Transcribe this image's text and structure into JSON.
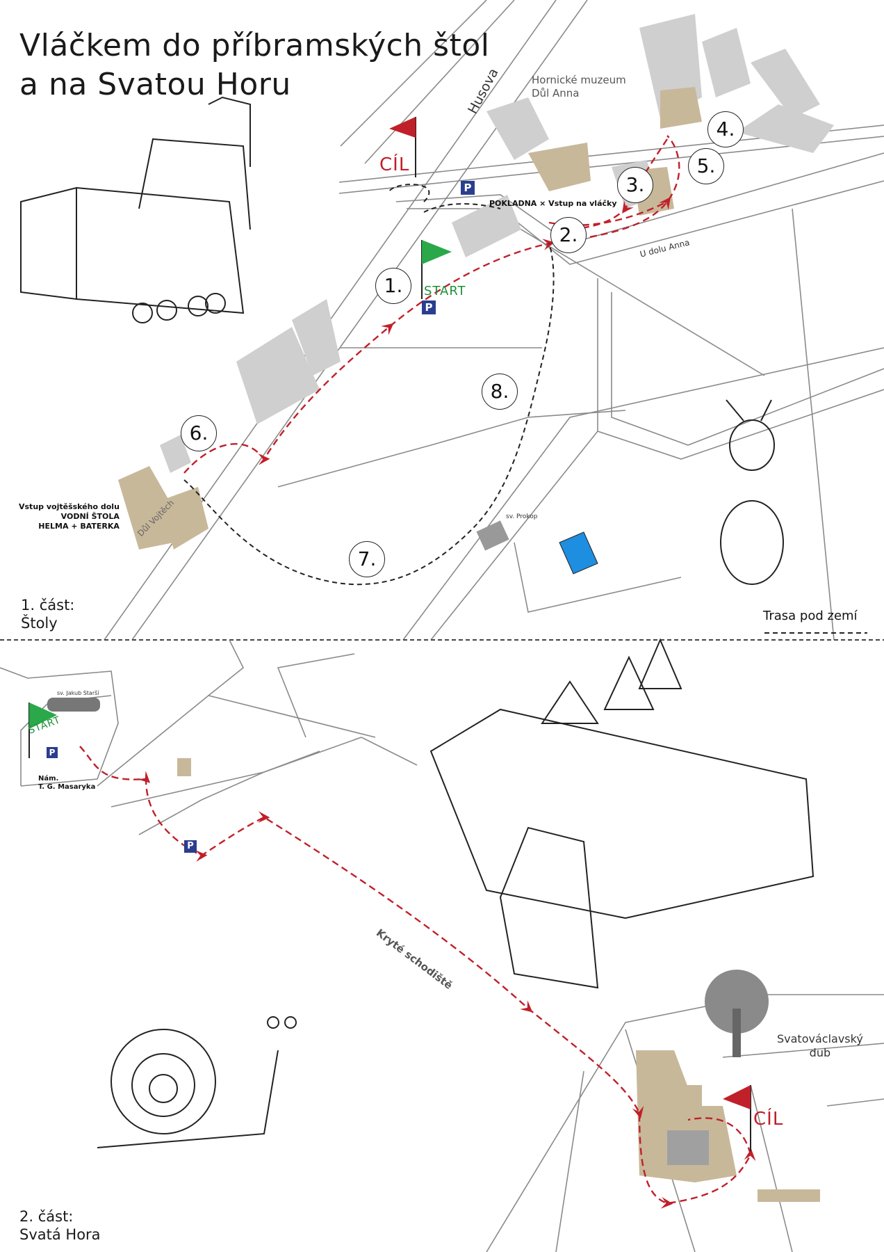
{
  "title_line1": "Vláčkem do příbramských štol",
  "title_line2": "a na Svatou Horu",
  "part1": {
    "label_line1": "1. část:",
    "label_line2": "Štoly"
  },
  "part2": {
    "label_line1": "2. část:",
    "label_line2": "Svatá Hora"
  },
  "streets": {
    "husova": "Husova",
    "u_dolu_anna": "U dolu Anna"
  },
  "labels": {
    "museum_line1": "Hornické muzeum",
    "museum_line2": "Důl Anna",
    "pokladna": "POKLADNA × Vstup na vláčky",
    "vstup_line1": "Vstup vojtěšského dolu",
    "vstup_line2": "VODNÍ ŠTOLA",
    "vstup_line3": "HELMA + BATERKA",
    "dul_vojtech": "Důl Vojtěch",
    "sv_prokop": "sv. Prokop",
    "trasa_pod_zemi": "Trasa pod zemí",
    "sv_jakub": "sv. Jakub Starší",
    "nam_line1": "Nám.",
    "nam_line2": "T. G. Masaryka",
    "kryte_schodiste": "Kryté schodiště",
    "dub_line1": "Svatováclavský",
    "dub_line2": "dub"
  },
  "markers": {
    "cil": "CÍL",
    "start": "START",
    "parking": "P"
  },
  "stops": [
    "1.",
    "2.",
    "3.",
    "4.",
    "5.",
    "6.",
    "7.",
    "8."
  ],
  "colors": {
    "route_red": "#c0202a",
    "building_tan": "#c8b89a",
    "building_grey": "#cfcfcf",
    "flag_green": "#2aa84a",
    "parking_blue": "#2a3d8f",
    "pond_blue": "#1e8ee0"
  }
}
